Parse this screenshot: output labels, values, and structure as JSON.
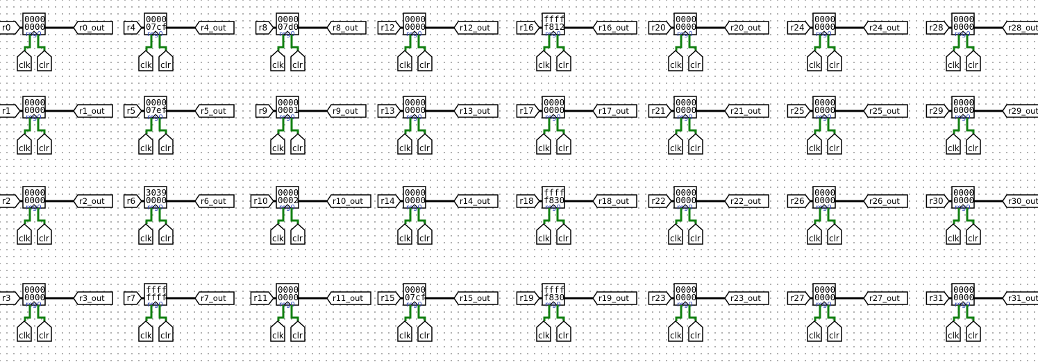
{
  "labels": {
    "clk": "clk",
    "clr": "clr",
    "reg_label": "reg0"
  },
  "colors": {
    "wire": "#000000",
    "control_wire": "#128012",
    "reg_label": "#2e46b8"
  },
  "columns": [
    {
      "registers": [
        {
          "name": "r0",
          "out": "r0_out",
          "value": [
            "0000",
            "0000"
          ]
        },
        {
          "name": "r1",
          "out": "r1_out",
          "value": [
            "0000",
            "0000"
          ]
        },
        {
          "name": "r2",
          "out": "r2_out",
          "value": [
            "0000",
            "0000"
          ]
        },
        {
          "name": "r3",
          "out": "r3_out",
          "value": [
            "0000",
            "0000"
          ]
        }
      ]
    },
    {
      "registers": [
        {
          "name": "r4",
          "out": "r4_out",
          "value": [
            "0000",
            "07cf"
          ]
        },
        {
          "name": "r5",
          "out": "r5_out",
          "value": [
            "0000",
            "07ef"
          ]
        },
        {
          "name": "r6",
          "out": "r6_out",
          "value": [
            "3039",
            "0000"
          ]
        },
        {
          "name": "r7",
          "out": "r7_out",
          "value": [
            "ffff",
            "ffff"
          ]
        }
      ]
    },
    {
      "registers": [
        {
          "name": "r8",
          "out": "r8_out",
          "value": [
            "0000",
            "07d0"
          ]
        },
        {
          "name": "r9",
          "out": "r9_out",
          "value": [
            "0000",
            "0001"
          ]
        },
        {
          "name": "r10",
          "out": "r10_out",
          "value": [
            "0000",
            "0002"
          ]
        },
        {
          "name": "r11",
          "out": "r11_out",
          "value": [
            "0000",
            "0000"
          ]
        }
      ]
    },
    {
      "registers": [
        {
          "name": "r12",
          "out": "r12_out",
          "value": [
            "0000",
            "0000"
          ]
        },
        {
          "name": "r13",
          "out": "r13_out",
          "value": [
            "0000",
            "0000"
          ]
        },
        {
          "name": "r14",
          "out": "r14_out",
          "value": [
            "0000",
            "0000"
          ]
        },
        {
          "name": "r15",
          "out": "r15_out",
          "value": [
            "0000",
            "07cf"
          ]
        }
      ]
    },
    {
      "registers": [
        {
          "name": "r16",
          "out": "r16_out",
          "value": [
            "ffff",
            "f812"
          ]
        },
        {
          "name": "r17",
          "out": "r17_out",
          "value": [
            "0000",
            "0000"
          ]
        },
        {
          "name": "r18",
          "out": "r18_out",
          "value": [
            "ffff",
            "f830"
          ]
        },
        {
          "name": "r19",
          "out": "r19_out",
          "value": [
            "ffff",
            "f830"
          ]
        }
      ]
    },
    {
      "registers": [
        {
          "name": "r20",
          "out": "r20_out",
          "value": [
            "0000",
            "0000"
          ]
        },
        {
          "name": "r21",
          "out": "r21_out",
          "value": [
            "0000",
            "0000"
          ]
        },
        {
          "name": "r22",
          "out": "r22_out",
          "value": [
            "0000",
            "0000"
          ]
        },
        {
          "name": "r23",
          "out": "r23_out",
          "value": [
            "0000",
            "0000"
          ]
        }
      ]
    },
    {
      "registers": [
        {
          "name": "r24",
          "out": "r24_out",
          "value": [
            "0000",
            "0000"
          ]
        },
        {
          "name": "r25",
          "out": "r25_out",
          "value": [
            "0000",
            "0000"
          ]
        },
        {
          "name": "r26",
          "out": "r26_out",
          "value": [
            "0000",
            "0000"
          ]
        },
        {
          "name": "r27",
          "out": "r27_out",
          "value": [
            "0000",
            "0000"
          ]
        }
      ]
    },
    {
      "registers": [
        {
          "name": "r28",
          "out": "r28_out",
          "value": [
            "0000",
            "0000"
          ]
        },
        {
          "name": "r29",
          "out": "r29_out",
          "value": [
            "0000",
            "0000"
          ]
        },
        {
          "name": "r30",
          "out": "r30_out",
          "value": [
            "0000",
            "0000"
          ]
        },
        {
          "name": "r31",
          "out": "r31_out",
          "value": [
            "0000",
            "0000"
          ]
        }
      ]
    }
  ]
}
